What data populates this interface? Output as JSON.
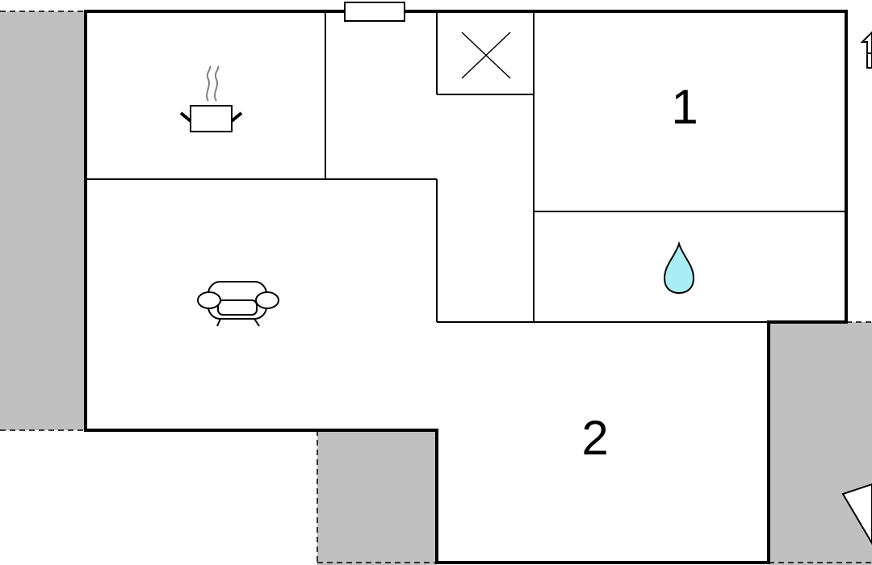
{
  "floorplan": {
    "rooms": [
      {
        "id": "kitchen",
        "icon": "cooking-pot-icon",
        "label": ""
      },
      {
        "id": "living-room",
        "icon": "armchair-icon",
        "label": ""
      },
      {
        "id": "hall",
        "label": ""
      },
      {
        "id": "storage",
        "icon": "cross-icon",
        "label": ""
      },
      {
        "id": "bedroom-1",
        "label": "1"
      },
      {
        "id": "bathroom",
        "icon": "water-drop-icon",
        "label": ""
      },
      {
        "id": "bedroom-2",
        "label": "2"
      }
    ],
    "terraces": [
      "left-terrace",
      "bottom-terrace",
      "right-terrace"
    ],
    "markers": [
      "north-arrow-icon",
      "house-icon"
    ]
  },
  "colors": {
    "wall": "#000000",
    "terrace": "#c0c0c0",
    "floor": "#ffffff",
    "water": "#aaeef5",
    "steam": "#808080"
  }
}
